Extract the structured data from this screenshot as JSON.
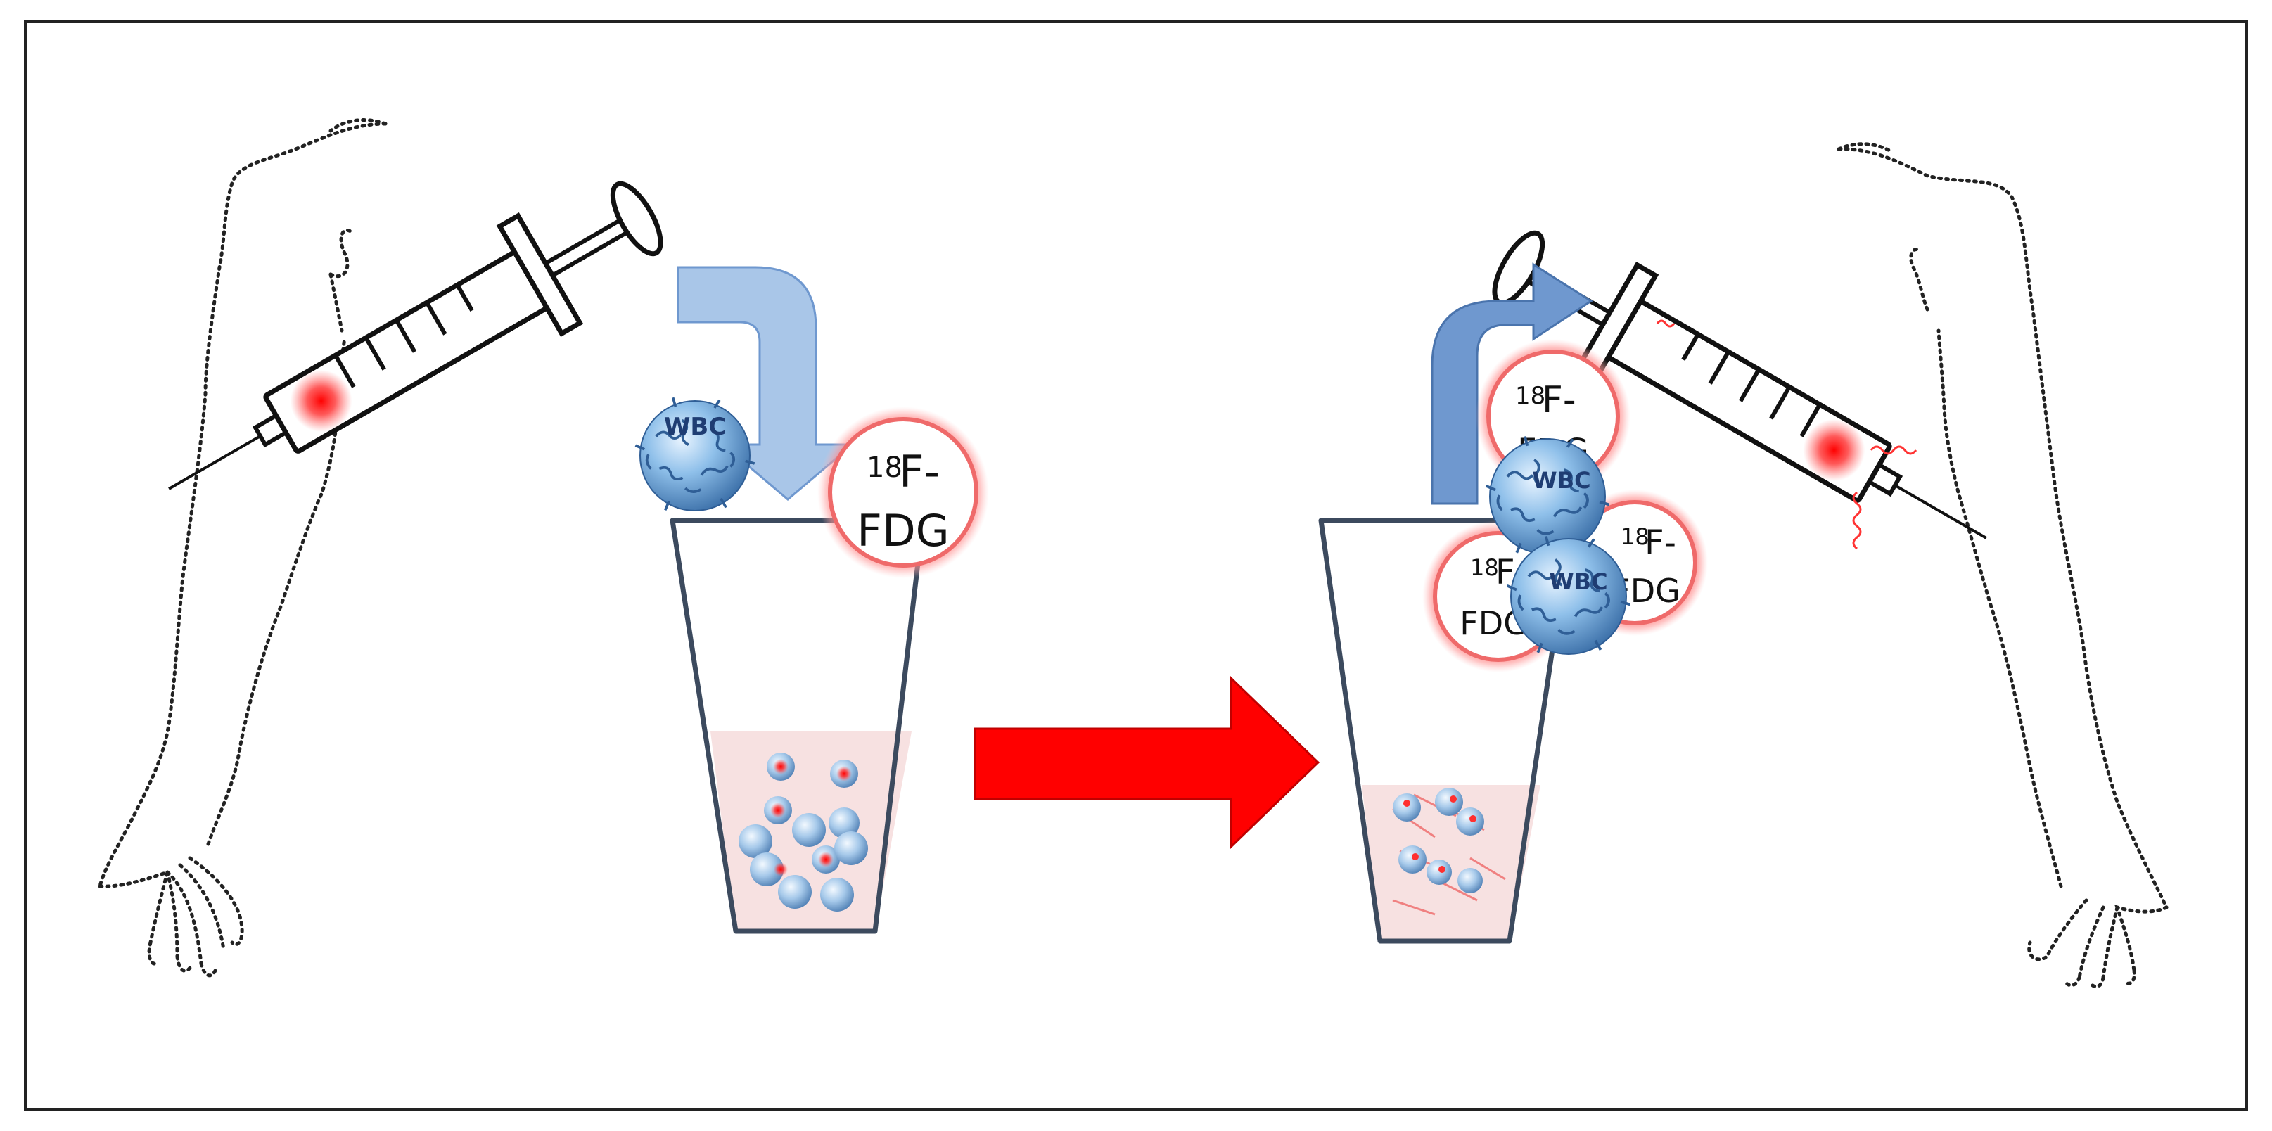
{
  "labels": {
    "wbc": "WBC",
    "isotope_mass": "18",
    "isotope_symbol": "F-",
    "tracer": "FDG"
  },
  "colors": {
    "frame": "#222222",
    "outline_dots": "#222222",
    "syringe_stroke": "#111111",
    "blood_glow": "#ff2a2a",
    "cell_blue": "#7fb3e0",
    "cell_dark": "#3b6fa8",
    "arrow_light_blue": "#a9c6e8",
    "arrow_mid_blue": "#6f98cf",
    "arrow_red": "#ff0000",
    "cup_stroke": "#3c4a5e",
    "cup_liquid": "#f6dcdc",
    "tag_glow": "#ff8f8f",
    "tag_ring": "#ef6a6a"
  },
  "icons": [
    "syringe-icon",
    "white-blood-cell-icon",
    "human-outline-icon",
    "cup-icon",
    "arrow-icon"
  ]
}
